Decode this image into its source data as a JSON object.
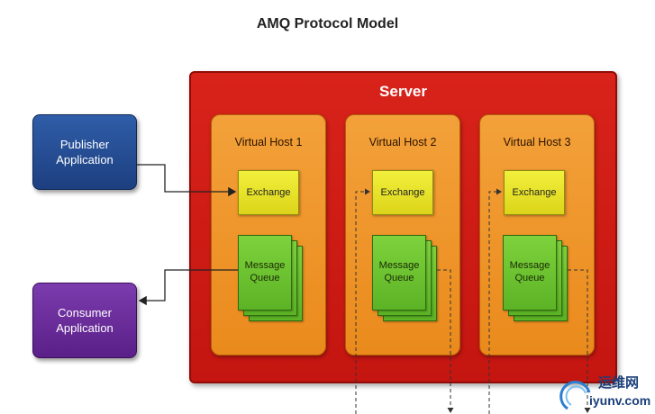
{
  "title": "AMQ Protocol Model",
  "server": {
    "label": "Server"
  },
  "hosts": [
    {
      "label": "Virtual Host 1",
      "exchange": "Exchange",
      "queue_line1": "Message",
      "queue_line2": "Queue"
    },
    {
      "label": "Virtual Host 2",
      "exchange": "Exchange",
      "queue_line1": "Message",
      "queue_line2": "Queue"
    },
    {
      "label": "Virtual Host 3",
      "exchange": "Exchange",
      "queue_line1": "Message",
      "queue_line2": "Queue"
    }
  ],
  "publisher": {
    "line1": "Publisher",
    "line2": "Application"
  },
  "consumer": {
    "line1": "Consumer",
    "line2": "Application"
  },
  "watermark": {
    "cn": "运维网",
    "en": "iyunv.com"
  },
  "colors": {
    "server": "#c41510",
    "virtual_host": "#ea8a1c",
    "exchange": "#dcd41a",
    "queue": "#5cb325",
    "publisher": "#1d3f80",
    "consumer": "#5a1f88"
  }
}
